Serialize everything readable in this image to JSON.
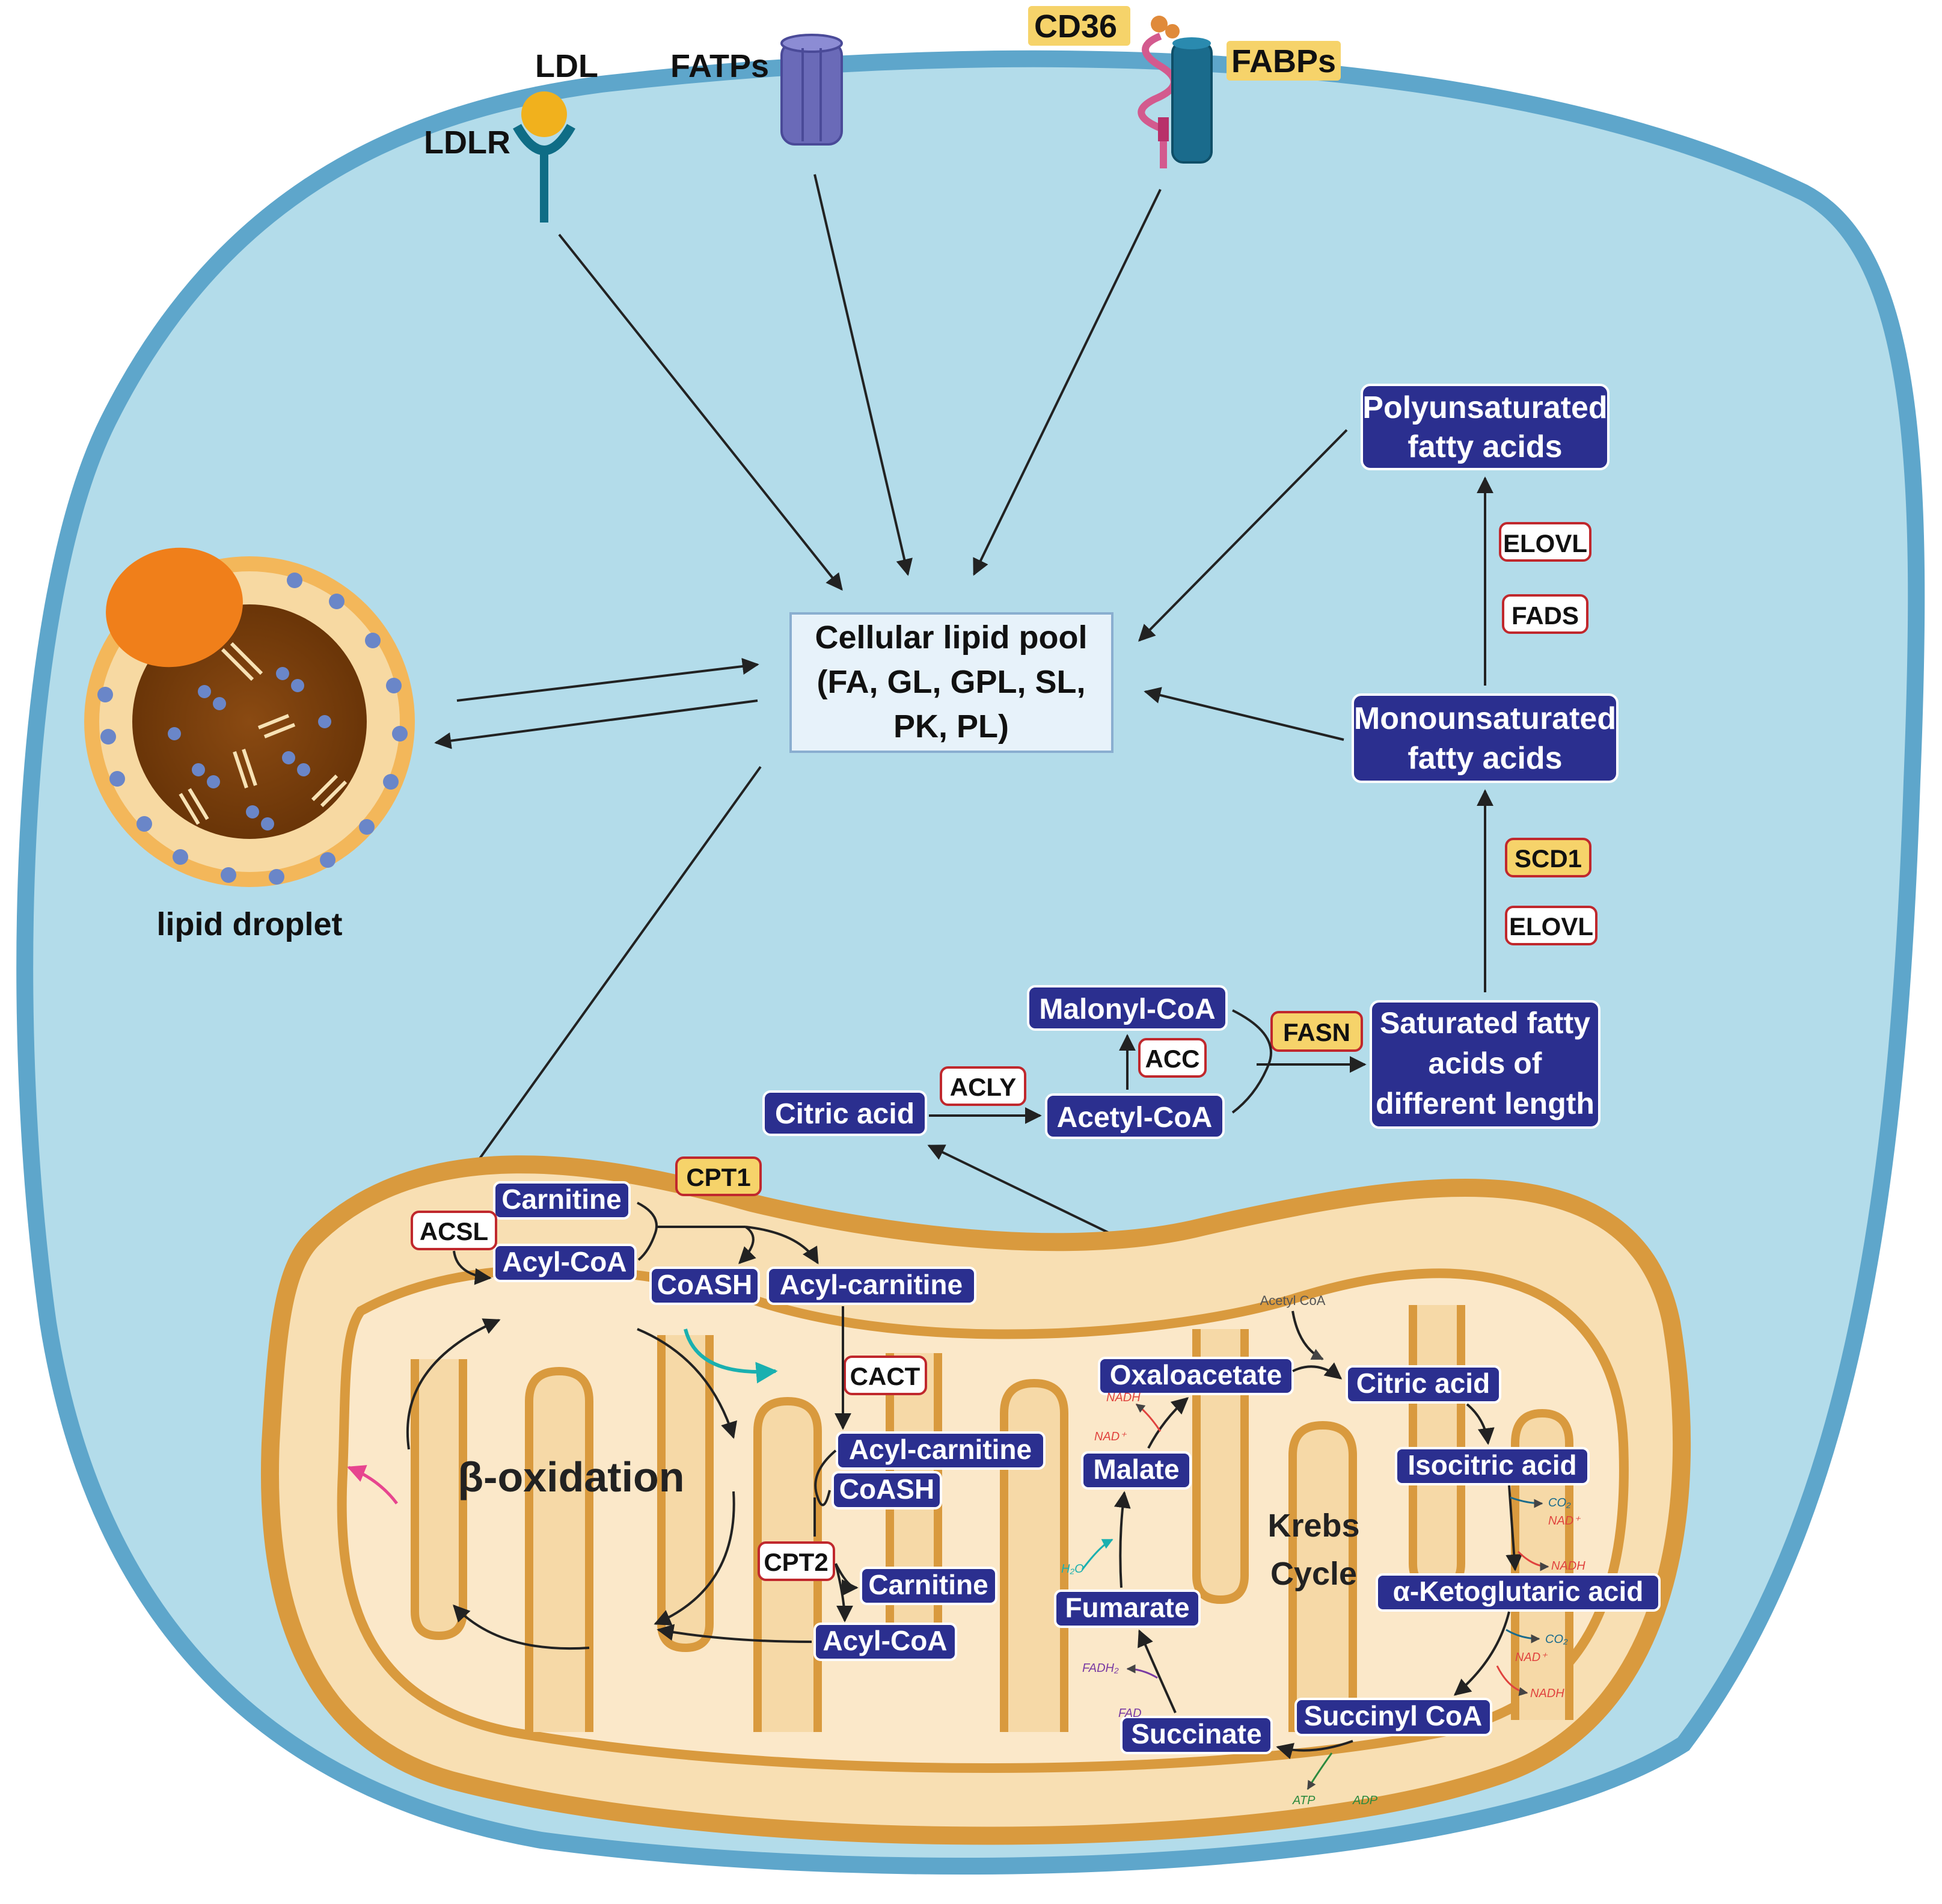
{
  "membrane_labels": {
    "ldl": "LDL",
    "ldlr": "LDLR",
    "fatps": "FATPs",
    "cd36": "CD36",
    "fabps": "FABPs"
  },
  "lipid_pool": {
    "line1": "Cellular lipid pool",
    "line2": "(FA, GL, GPL, SL,",
    "line3": "PK, PL)"
  },
  "lipid_droplet_label": "lipid droplet",
  "synthesis": {
    "pufa": [
      "Polyunsaturated",
      "fatty acids"
    ],
    "mufa": [
      "Monounsaturated",
      "fatty acids"
    ],
    "sfa": [
      "Saturated fatty",
      "acids of",
      "different length"
    ],
    "malonyl_coa": "Malonyl-CoA",
    "acetyl_coa": "Acetyl-CoA",
    "citric_acid": "Citric acid",
    "enzymes": {
      "elovl_top": "ELOVL",
      "fads": "FADS",
      "scd1": "SCD1",
      "elovl_bottom": "ELOVL",
      "fasn": "FASN",
      "acc": "ACC",
      "acly": "ACLY"
    }
  },
  "mitochondrion": {
    "carnitine_top": "Carnitine",
    "acyl_coa_top": "Acyl-CoA",
    "coash_top": "CoASH",
    "acyl_carnitine_top": "Acyl-carnitine",
    "acyl_carnitine_inner": "Acyl-carnitine",
    "coash_inner": "CoASH",
    "carnitine_inner": "Carnitine",
    "acyl_coa_inner": "Acyl-CoA",
    "beta_oxidation": "β-oxidation",
    "enzymes": {
      "cpt1": "CPT1",
      "acsl": "ACSL",
      "cact": "CACT",
      "cpt2": "CPT2"
    }
  },
  "krebs": {
    "label_1": "Krebs",
    "label_2": "Cycle",
    "oxaloacetate": "Oxaloacetate",
    "citric_acid": "Citric acid",
    "isocitric_acid": "Isocitric acid",
    "alpha_kg": "α-Ketoglutaric acid",
    "succinyl_coa": "Succinyl CoA",
    "succinate": "Succinate",
    "fumarate": "Fumarate",
    "malate": "Malate",
    "acetyl_coa_small": "Acetyl CoA",
    "cofactors": {
      "nadh_1": "NADH",
      "nad_1": "NAD⁺",
      "co2_1": "CO₂",
      "nad_2": "NAD⁺",
      "nadh_2": "NADH",
      "co2_2": "CO₂",
      "nad_3": "NAD⁺",
      "nadh_3": "NADH",
      "atp": "ATP",
      "adp": "ADP",
      "fad": "FAD",
      "fadh2": "FADH₂",
      "h2o": "H₂O"
    }
  },
  "colors": {
    "cell_fill": "#b3dcea",
    "cell_membrane": "#5ea6cb",
    "mito_outer": "#d99a3e",
    "mito_fill": "#f8dfb3",
    "box_navy": "#2b2f8f",
    "enzyme_border": "#c0282d",
    "enzyme_yellow": "#f6d36a"
  }
}
